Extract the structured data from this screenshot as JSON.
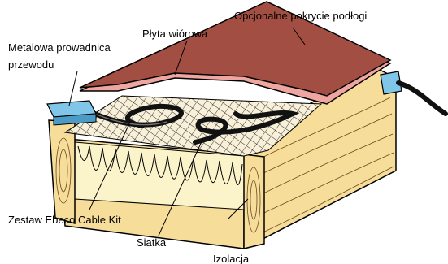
{
  "labels": {
    "flooring": "Opcjonalne pokrycie podłogi",
    "chipboard": "Płyta wiórowa",
    "guide_line1": "Metalowa prowadnica",
    "guide_line2": "przewodu",
    "cable_kit": "Zestaw Ebeco Cable Kit",
    "mesh": "Siatka",
    "insulation": "Izolacja"
  },
  "colors": {
    "flooring_top": "#a24e42",
    "chipboard": "#f0a6a0",
    "wood": "#f6dd9a",
    "wood_grain": "#6b4a1e",
    "mesh": "#2a2a2a",
    "insulation": "#fbf3c9",
    "guide": "#7fc6e8",
    "cable": "#111111"
  }
}
